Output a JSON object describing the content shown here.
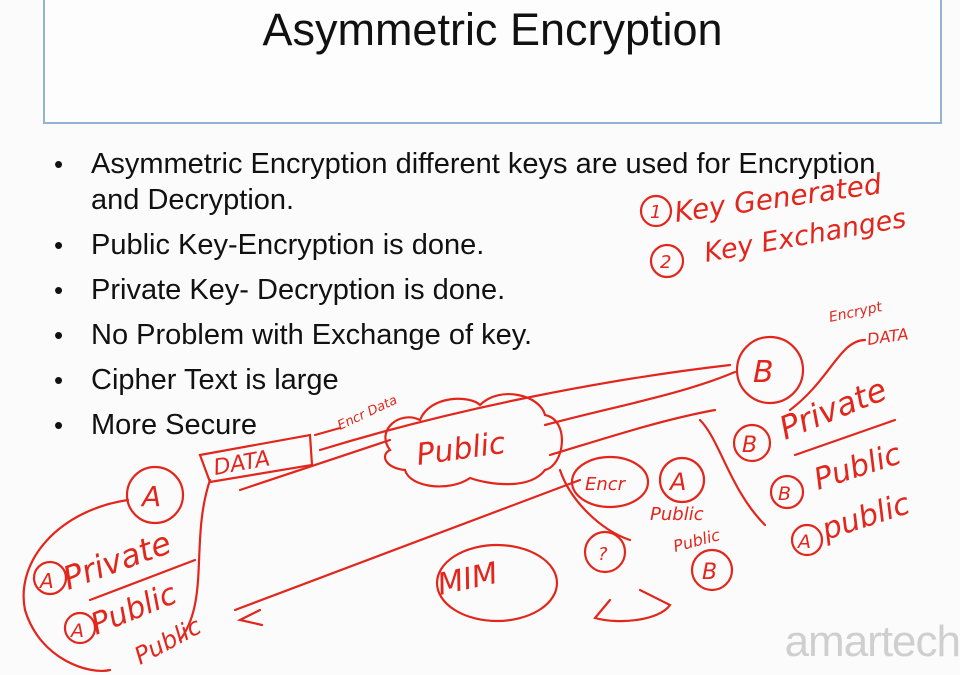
{
  "slide": {
    "title": "Asymmetric Encryption",
    "bullets": [
      "Asymmetric Encryption different keys are used for Encryption and Decryption.",
      "Public Key-Encryption is done.",
      "Private Key- Decryption is done.",
      "No Problem with Exchange of key.",
      "Cipher Text is large",
      "More Secure"
    ]
  },
  "annotations": {
    "list_1_num": "1",
    "list_1": "Key Generated",
    "list_2_num": "2",
    "list_2": "Key Exchanges",
    "node_a": "A",
    "node_b": "B",
    "node_b_small": "B",
    "node_a_right": "A",
    "node_b_bottom": "B",
    "data_box": "DATA",
    "encr_data": "Encr Data",
    "cloud": "Public",
    "a_private": "Private",
    "a_public": "Public",
    "b_public_left": "Public",
    "b_private": "Private",
    "b_public": "Public",
    "a_public_right": "public",
    "decrypt_label": "Encrypt",
    "decrypt_data": "DATA",
    "mim": "MIM",
    "encr_small": "Encr",
    "public_small": "Public",
    "public_small2": "Public",
    "unknown": "?"
  },
  "watermark": "amartech",
  "colors": {
    "ink": "#e3261c",
    "title_border": "#93b3d3"
  }
}
